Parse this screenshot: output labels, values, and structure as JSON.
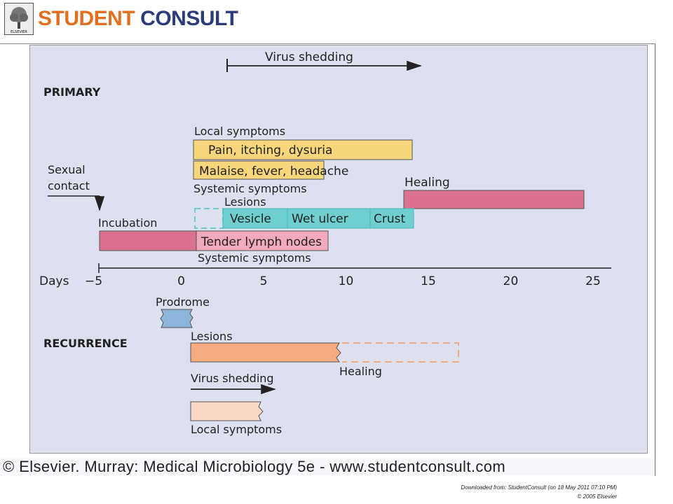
{
  "header": {
    "publisher_logo": "ELSEVIER",
    "brand_part1": "STUDENT",
    "brand_part2": "CONSULT"
  },
  "diagram": {
    "primary_title": "PRIMARY",
    "recurrence_title": "RECURRENCE",
    "virus_shedding_top": "Virus shedding",
    "local_symptoms": "Local symptoms",
    "pain": "Pain, itching, dysuria",
    "malaise": "Malaise, fever, headache",
    "systemic_symptoms_1": "Systemic symptoms",
    "sexual_contact": "Sexual\ncontact",
    "healing_primary": "Healing",
    "lesions_primary": "Lesions",
    "vesicle": "Vesicle",
    "wet_ulcer": "Wet ulcer",
    "crust": "Crust",
    "incubation": "Incubation",
    "tender_nodes": "Tender lymph nodes",
    "systemic_symptoms_2": "Systemic symptoms",
    "days_label": "Days",
    "ticks": [
      "−5",
      "0",
      "5",
      "10",
      "15",
      "20",
      "25"
    ],
    "prodrome": "Prodrome",
    "lesions_recurrence": "Lesions",
    "healing_recurrence": "Healing",
    "virus_shedding_recurrence": "Virus shedding",
    "local_symptoms_recurrence": "Local symptoms"
  },
  "footer": {
    "copyright": "© Elsevier. Murray: Medical Microbiology 5e - www.studentconsult.com",
    "downloaded": "Downloaded from: StudentConsult (on 18 May 2011 07:10 PM)",
    "copyright_small": "© 2005 Elsevier"
  },
  "colors": {
    "yellow": "#f7d57a",
    "pink": "#d9708f",
    "teal": "#6fcfcf",
    "light_pink": "#f2a9bd",
    "blue": "#8db4d9",
    "orange": "#f7ab80",
    "peach": "#fbd7c8",
    "panel": "#dde0ef"
  }
}
